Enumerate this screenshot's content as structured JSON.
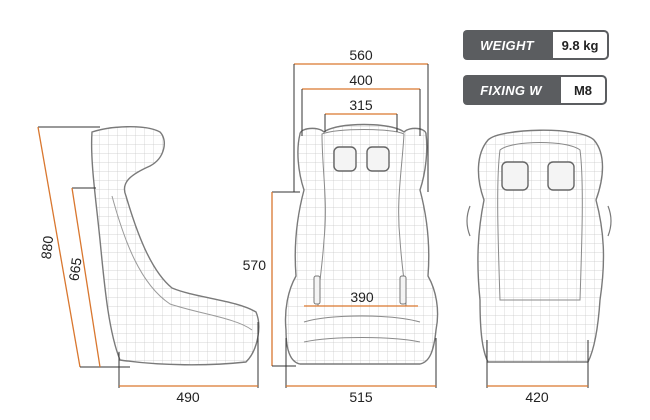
{
  "specs": {
    "weight_label": "WEIGHT",
    "weight_value": "9.8 kg",
    "fixing_label": "FIXING W",
    "fixing_value": "M8"
  },
  "dimensions": {
    "side_height": "880",
    "side_back_height": "665",
    "side_depth": "490",
    "front_outer_width": "560",
    "front_mid_width": "400",
    "front_head_width": "315",
    "front_height": "570",
    "front_seat_width": "390",
    "front_base_width": "515",
    "rear_base_width": "420"
  },
  "colors": {
    "dimension_line": "#d9772f",
    "outline": "#7a7a7a",
    "grid": "#c8c8c8",
    "badge": "#5b5d60"
  }
}
